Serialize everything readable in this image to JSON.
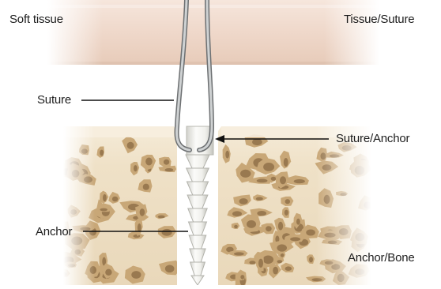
{
  "labels": {
    "soft_tissue": "Soft tissue",
    "tissue_suture": "Tissue/Suture",
    "suture": "Suture",
    "suture_anchor": "Suture/Anchor",
    "anchor": "Anchor",
    "anchor_bone": "Anchor/Bone"
  },
  "colors": {
    "tissue": "#f1dcd0",
    "tissue_shade": "#dcbfae",
    "bone": "#efe1c7",
    "bone_pore": "#c8a777",
    "bone_pore_dark": "#8a6a43",
    "anchor": "#f4f4f1",
    "anchor_shade": "#c9c9c3",
    "suture": "#b9bcbd",
    "suture_dark": "#6d7072",
    "leader": "#111111"
  }
}
